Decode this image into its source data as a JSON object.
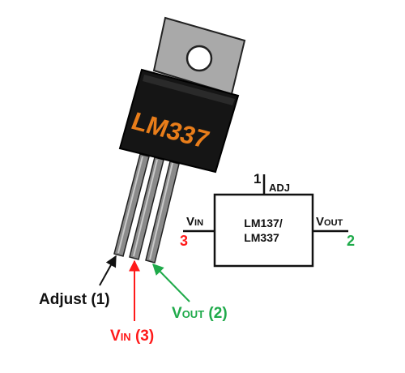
{
  "package": {
    "marking": "LM337"
  },
  "pin_labels": {
    "adjust": "Adjust (1)",
    "vin_main": "V",
    "vin_sub": "IN",
    "vin_num": " (3)",
    "vout_main": "V",
    "vout_sub": "OUT",
    "vout_num": " (2)"
  },
  "schematic": {
    "chip_line1": "LM137/",
    "chip_line2": "LM337",
    "adj_num": "1",
    "adj_label": "ADJ",
    "vin_main": "V",
    "vin_sub": "IN",
    "vin_num": "3",
    "vout_main": "V",
    "vout_sub": "OUT",
    "vout_num": "2"
  },
  "colors": {
    "vin": "#ff1a1a",
    "vout": "#1faa4a",
    "adjust": "#111111",
    "marking": "#e87d1a",
    "tab": "#a9a9a9",
    "body": "#151515",
    "lead": "#8a8a8a"
  }
}
